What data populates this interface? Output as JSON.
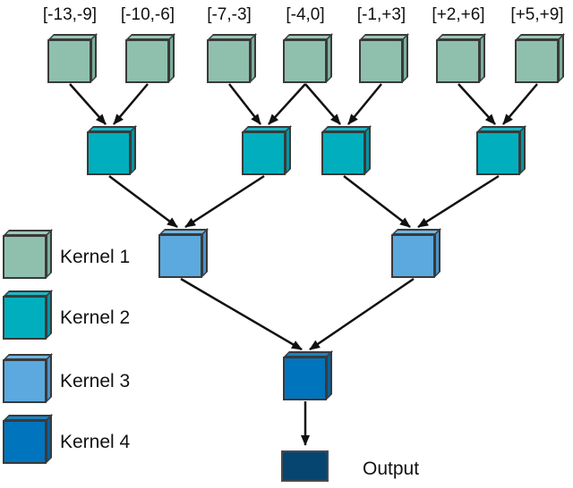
{
  "figure": {
    "input_labels": [
      "[-13,-9]",
      "[-10,-6]",
      "[-7,-3]",
      "[-4,0]",
      "[-1,+3]",
      "[+2,+6]",
      "[+5,+9]"
    ],
    "output_label": "Output",
    "legend": [
      {
        "label": "Kernel 1",
        "color": "#8FC0AE"
      },
      {
        "label": "Kernel 2",
        "color": "#00AEBD"
      },
      {
        "label": "Kernel 3",
        "color": "#5BA9DE"
      },
      {
        "label": "Kernel 4",
        "color": "#0074BD"
      }
    ],
    "output_color": "#064570",
    "edge_color": "#111111",
    "nodes": {
      "inputs": [
        "input1",
        "input2",
        "input3",
        "input4",
        "input5",
        "input6",
        "input7"
      ],
      "level2": [
        "k2-1",
        "k2-2",
        "k2-3",
        "k2-4"
      ],
      "level3": [
        "k3-1",
        "k3-2"
      ],
      "level4": [
        "k4-1"
      ],
      "output": [
        "output"
      ]
    },
    "edges": [
      [
        "input1",
        "k2-1"
      ],
      [
        "input2",
        "k2-1"
      ],
      [
        "input3",
        "k2-2"
      ],
      [
        "input4",
        "k2-2"
      ],
      [
        "input4",
        "k2-3"
      ],
      [
        "input5",
        "k2-3"
      ],
      [
        "input6",
        "k2-4"
      ],
      [
        "input7",
        "k2-4"
      ],
      [
        "k2-1",
        "k3-1"
      ],
      [
        "k2-2",
        "k3-1"
      ],
      [
        "k2-3",
        "k3-2"
      ],
      [
        "k2-4",
        "k3-2"
      ],
      [
        "k3-1",
        "k4-1"
      ],
      [
        "k3-2",
        "k4-1"
      ],
      [
        "k4-1",
        "output"
      ]
    ]
  }
}
